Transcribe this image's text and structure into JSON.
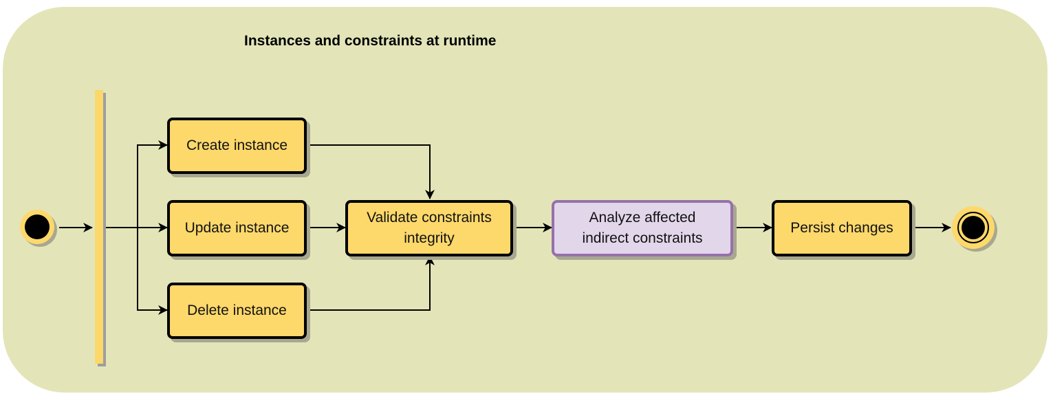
{
  "diagram": {
    "title": "Instances and constraints at runtime",
    "nodes": {
      "create": "Create instance",
      "update": "Update instance",
      "delete": "Delete instance",
      "validate_line1": "Validate constraints",
      "validate_line2": "integrity",
      "analyze_line1": "Analyze affected",
      "analyze_line2": "indirect constraints",
      "persist": "Persist changes"
    },
    "colors": {
      "background": "#e3e5b9",
      "action_fill": "#fdd86b",
      "highlight_fill": "#e2d6ea",
      "highlight_border": "#9771aa"
    },
    "icons": {
      "start": "initial-node-icon",
      "end": "final-node-icon",
      "fork": "fork-bar-icon"
    }
  }
}
